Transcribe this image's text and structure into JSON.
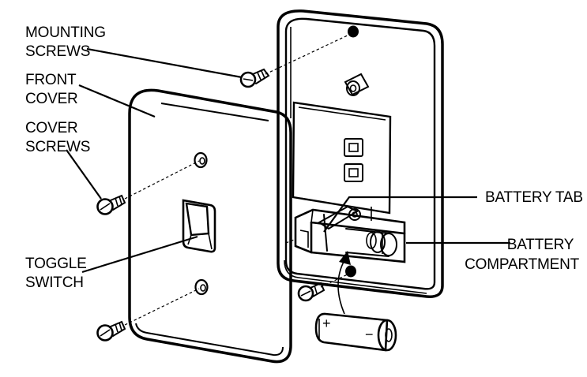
{
  "labels": {
    "mounting_screws": [
      "MOUNTING",
      "SCREWS"
    ],
    "front_cover": [
      "FRONT",
      "COVER"
    ],
    "cover_screws": [
      "COVER",
      "SCREWS"
    ],
    "toggle_switch": [
      "TOGGLE",
      "SWITCH"
    ],
    "battery_tab": [
      "BATTERY TAB"
    ],
    "battery_compartment": [
      "BATTERY",
      "COMPARTMENT"
    ]
  },
  "battery": {
    "positive_sign": "+",
    "negative_sign": "−"
  }
}
